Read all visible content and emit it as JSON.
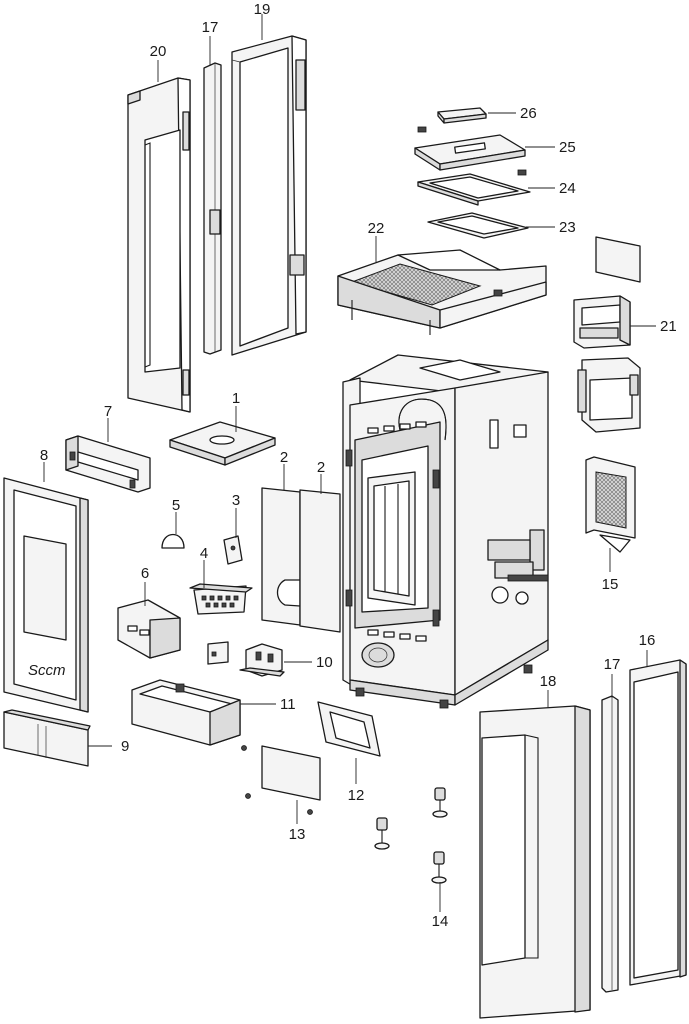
{
  "diagram": {
    "type": "exploded-parts-view",
    "part_labels": [
      "1",
      "2",
      "2",
      "3",
      "4",
      "5",
      "6",
      "7",
      "8",
      "9",
      "10",
      "11",
      "12",
      "13",
      "14",
      "15",
      "16",
      "17",
      "17",
      "18",
      "19",
      "20",
      "21",
      "22",
      "23",
      "24",
      "25",
      "26"
    ]
  }
}
